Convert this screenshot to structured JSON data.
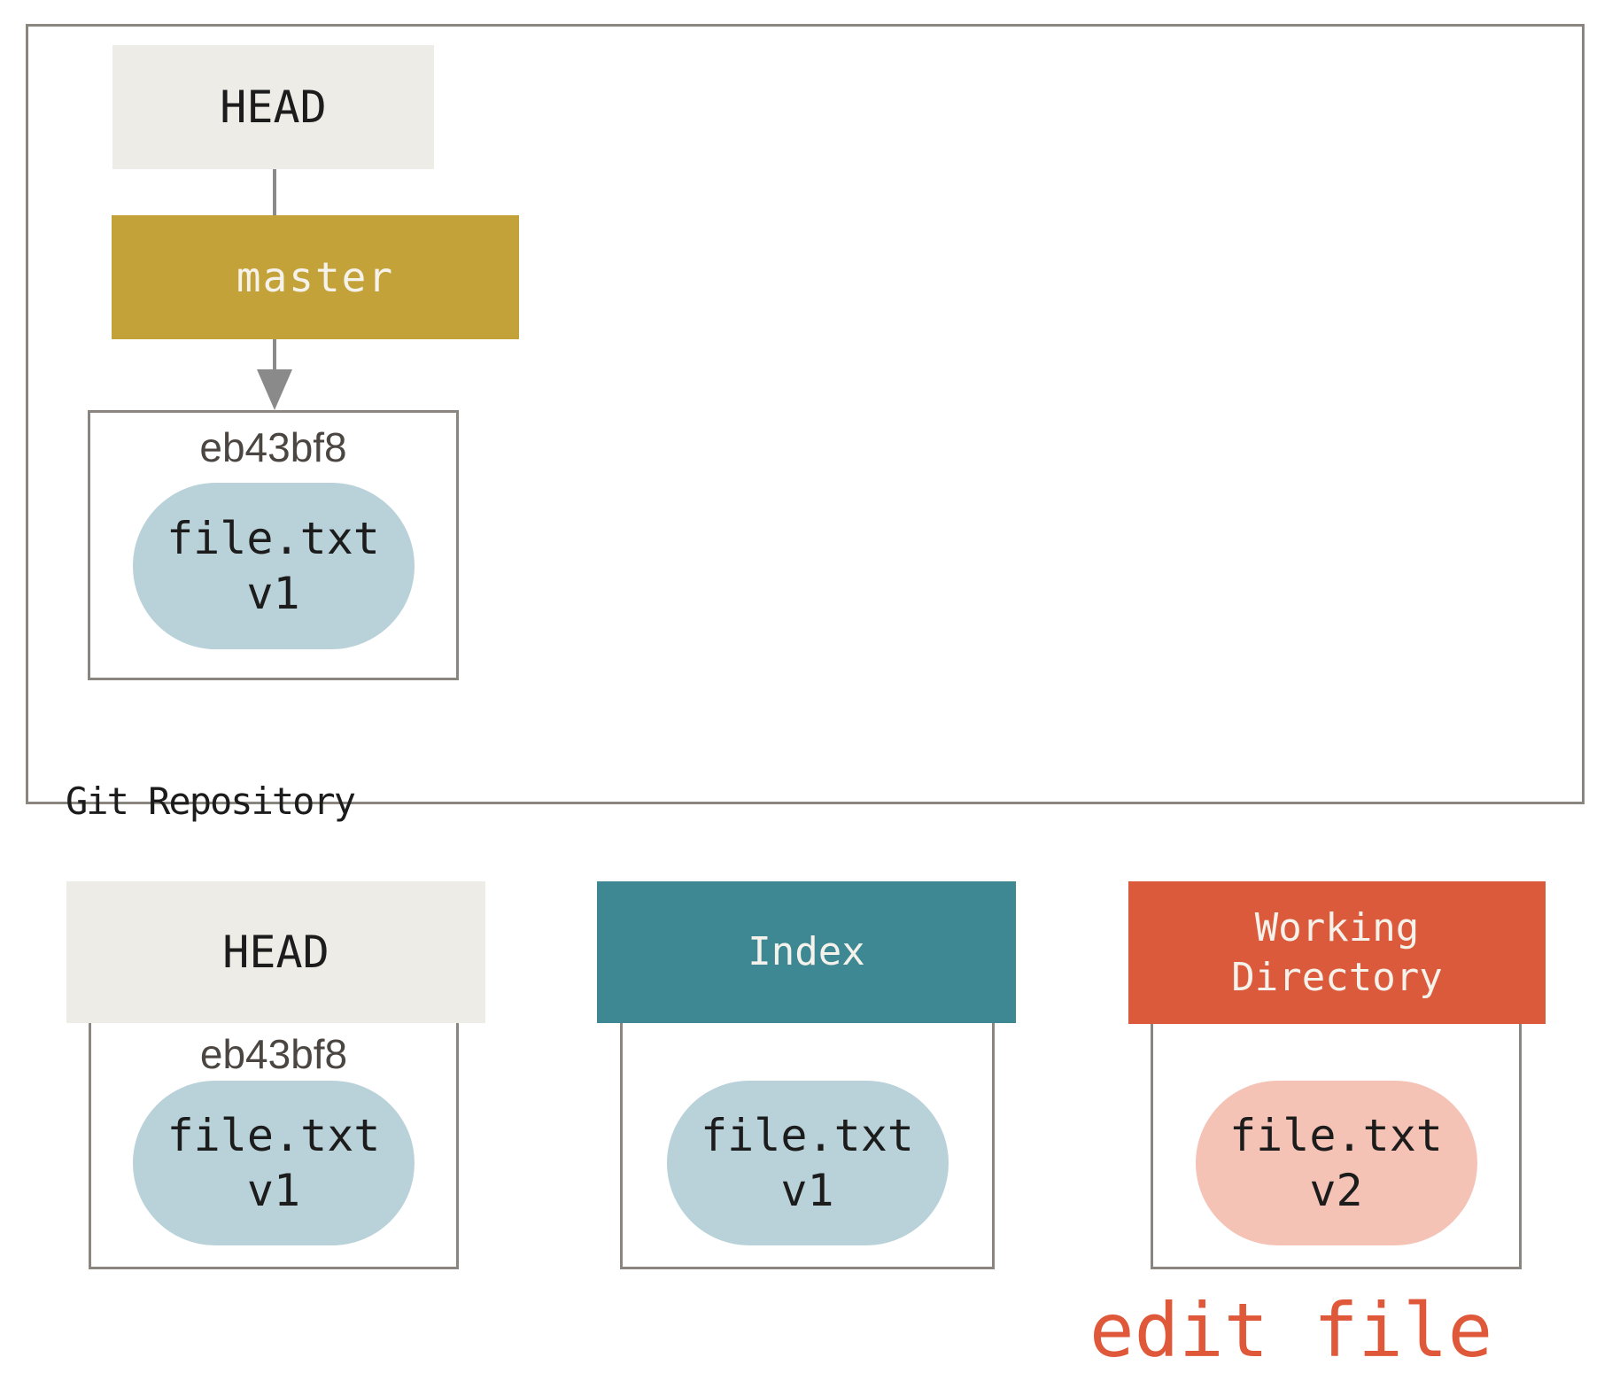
{
  "diagram": {
    "repository": {
      "label": "Git Repository",
      "head_ref": {
        "label": "HEAD"
      },
      "branch": {
        "label": "master"
      },
      "commit": {
        "hash": "eb43bf8",
        "file": {
          "name": "file.txt",
          "version": "v1"
        }
      }
    },
    "areas": {
      "head": {
        "label": "HEAD",
        "hash": "eb43bf8",
        "file": {
          "name": "file.txt",
          "version": "v1"
        }
      },
      "index": {
        "label": "Index",
        "file": {
          "name": "file.txt",
          "version": "v1"
        }
      },
      "working_directory": {
        "label_line1": "Working",
        "label_line2": "Directory",
        "file": {
          "name": "file.txt",
          "version": "v2"
        }
      }
    },
    "annotation": "edit file"
  },
  "colors": {
    "gold": "#C4A23A",
    "teal": "#3D8893",
    "orange": "#DC5A3C",
    "panel": "#EDECE6",
    "blue_pill": "#B9D2D9",
    "pink_pill": "#F4C3B6",
    "border": "#8A857F",
    "line": "#8A8A8A",
    "ink": "#1C1C1C",
    "hash_text": "#4B4642",
    "white_text": "#F5F2EB",
    "annotation": "#DF583A",
    "canvas_bg": "#FFFFFF"
  }
}
